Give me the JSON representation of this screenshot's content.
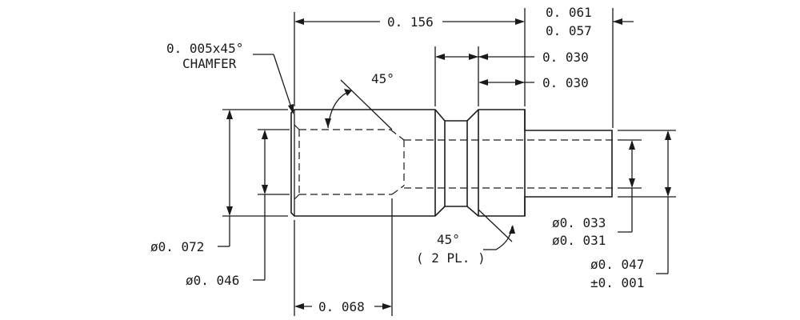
{
  "dimensions": {
    "overall_length": "0. 156",
    "tip_length_upper": "0. 061",
    "tip_length_lower": "0. 057",
    "groove_to_tip_a": "0. 030",
    "groove_to_tip_b": "0. 030",
    "chamfer_line1": "0. 005x45°",
    "chamfer_line2": "CHAMFER",
    "bore_angle": "45°",
    "groove_angle": "45°",
    "groove_angle_note": "( 2 PL. )",
    "outer_diameter": "ø0. 072",
    "bore_diameter": "ø0. 046",
    "bore_depth": "0. 068",
    "pin_diameter_upper": "ø0. 033",
    "pin_diameter_lower": "ø0. 031",
    "tip_diameter_upper": "ø0. 047",
    "tip_diameter_lower": "±0. 001"
  }
}
